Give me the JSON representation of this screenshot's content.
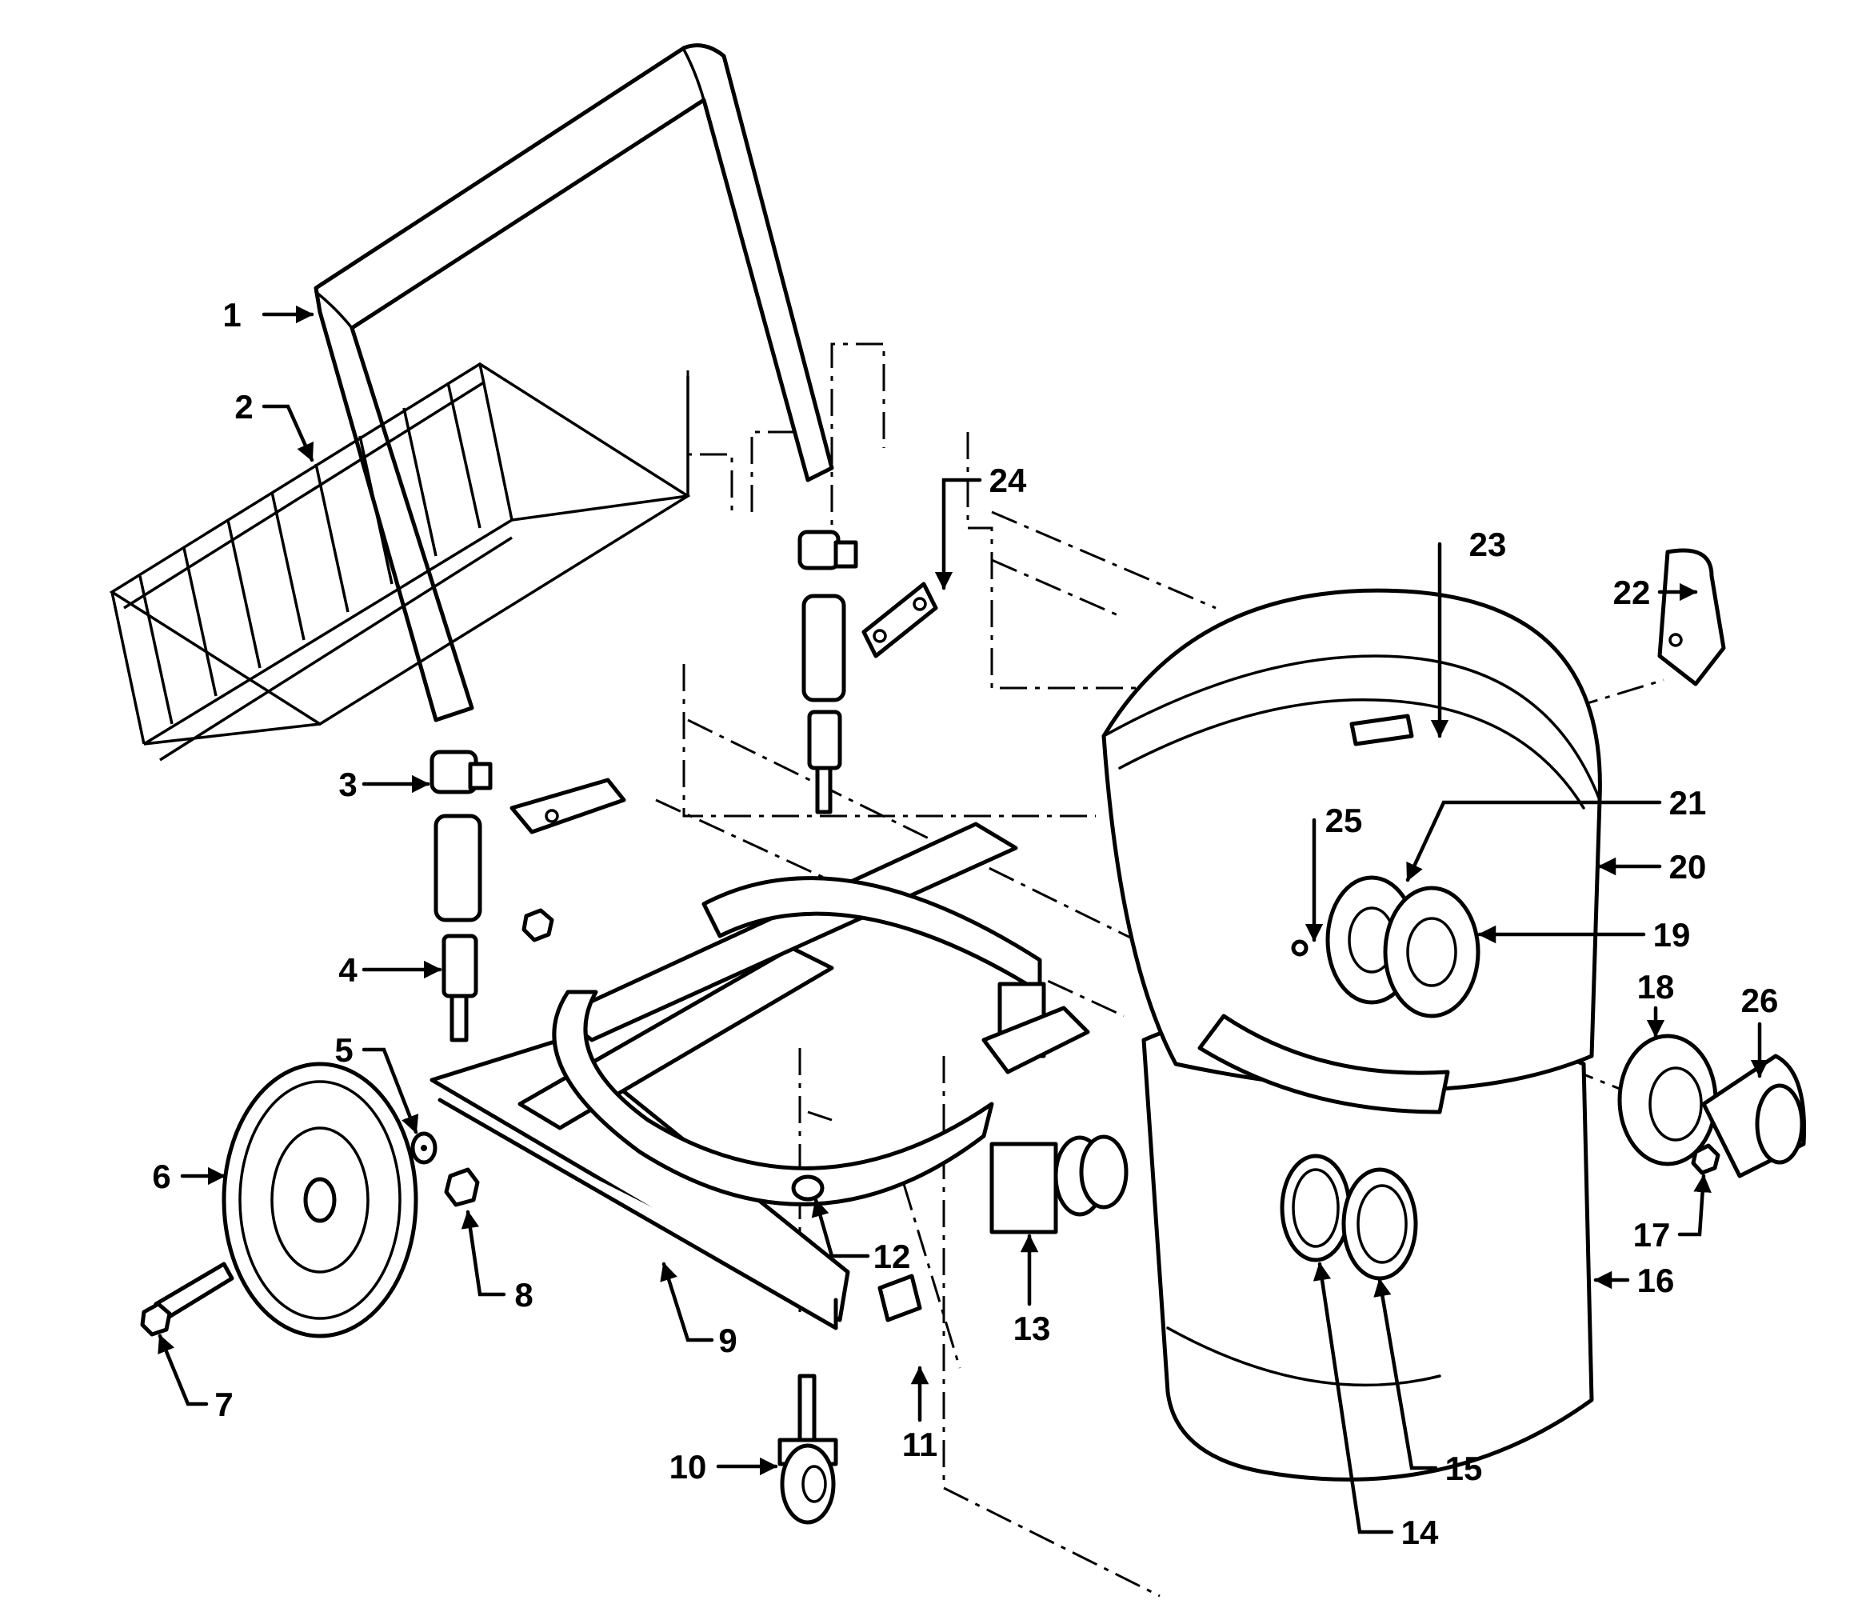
{
  "callouts": [
    "1",
    "2",
    "3",
    "4",
    "5",
    "6",
    "7",
    "8",
    "9",
    "10",
    "11",
    "12",
    "13",
    "14",
    "15",
    "16",
    "17",
    "18",
    "19",
    "20",
    "21",
    "22",
    "23",
    "24",
    "25",
    "26"
  ]
}
